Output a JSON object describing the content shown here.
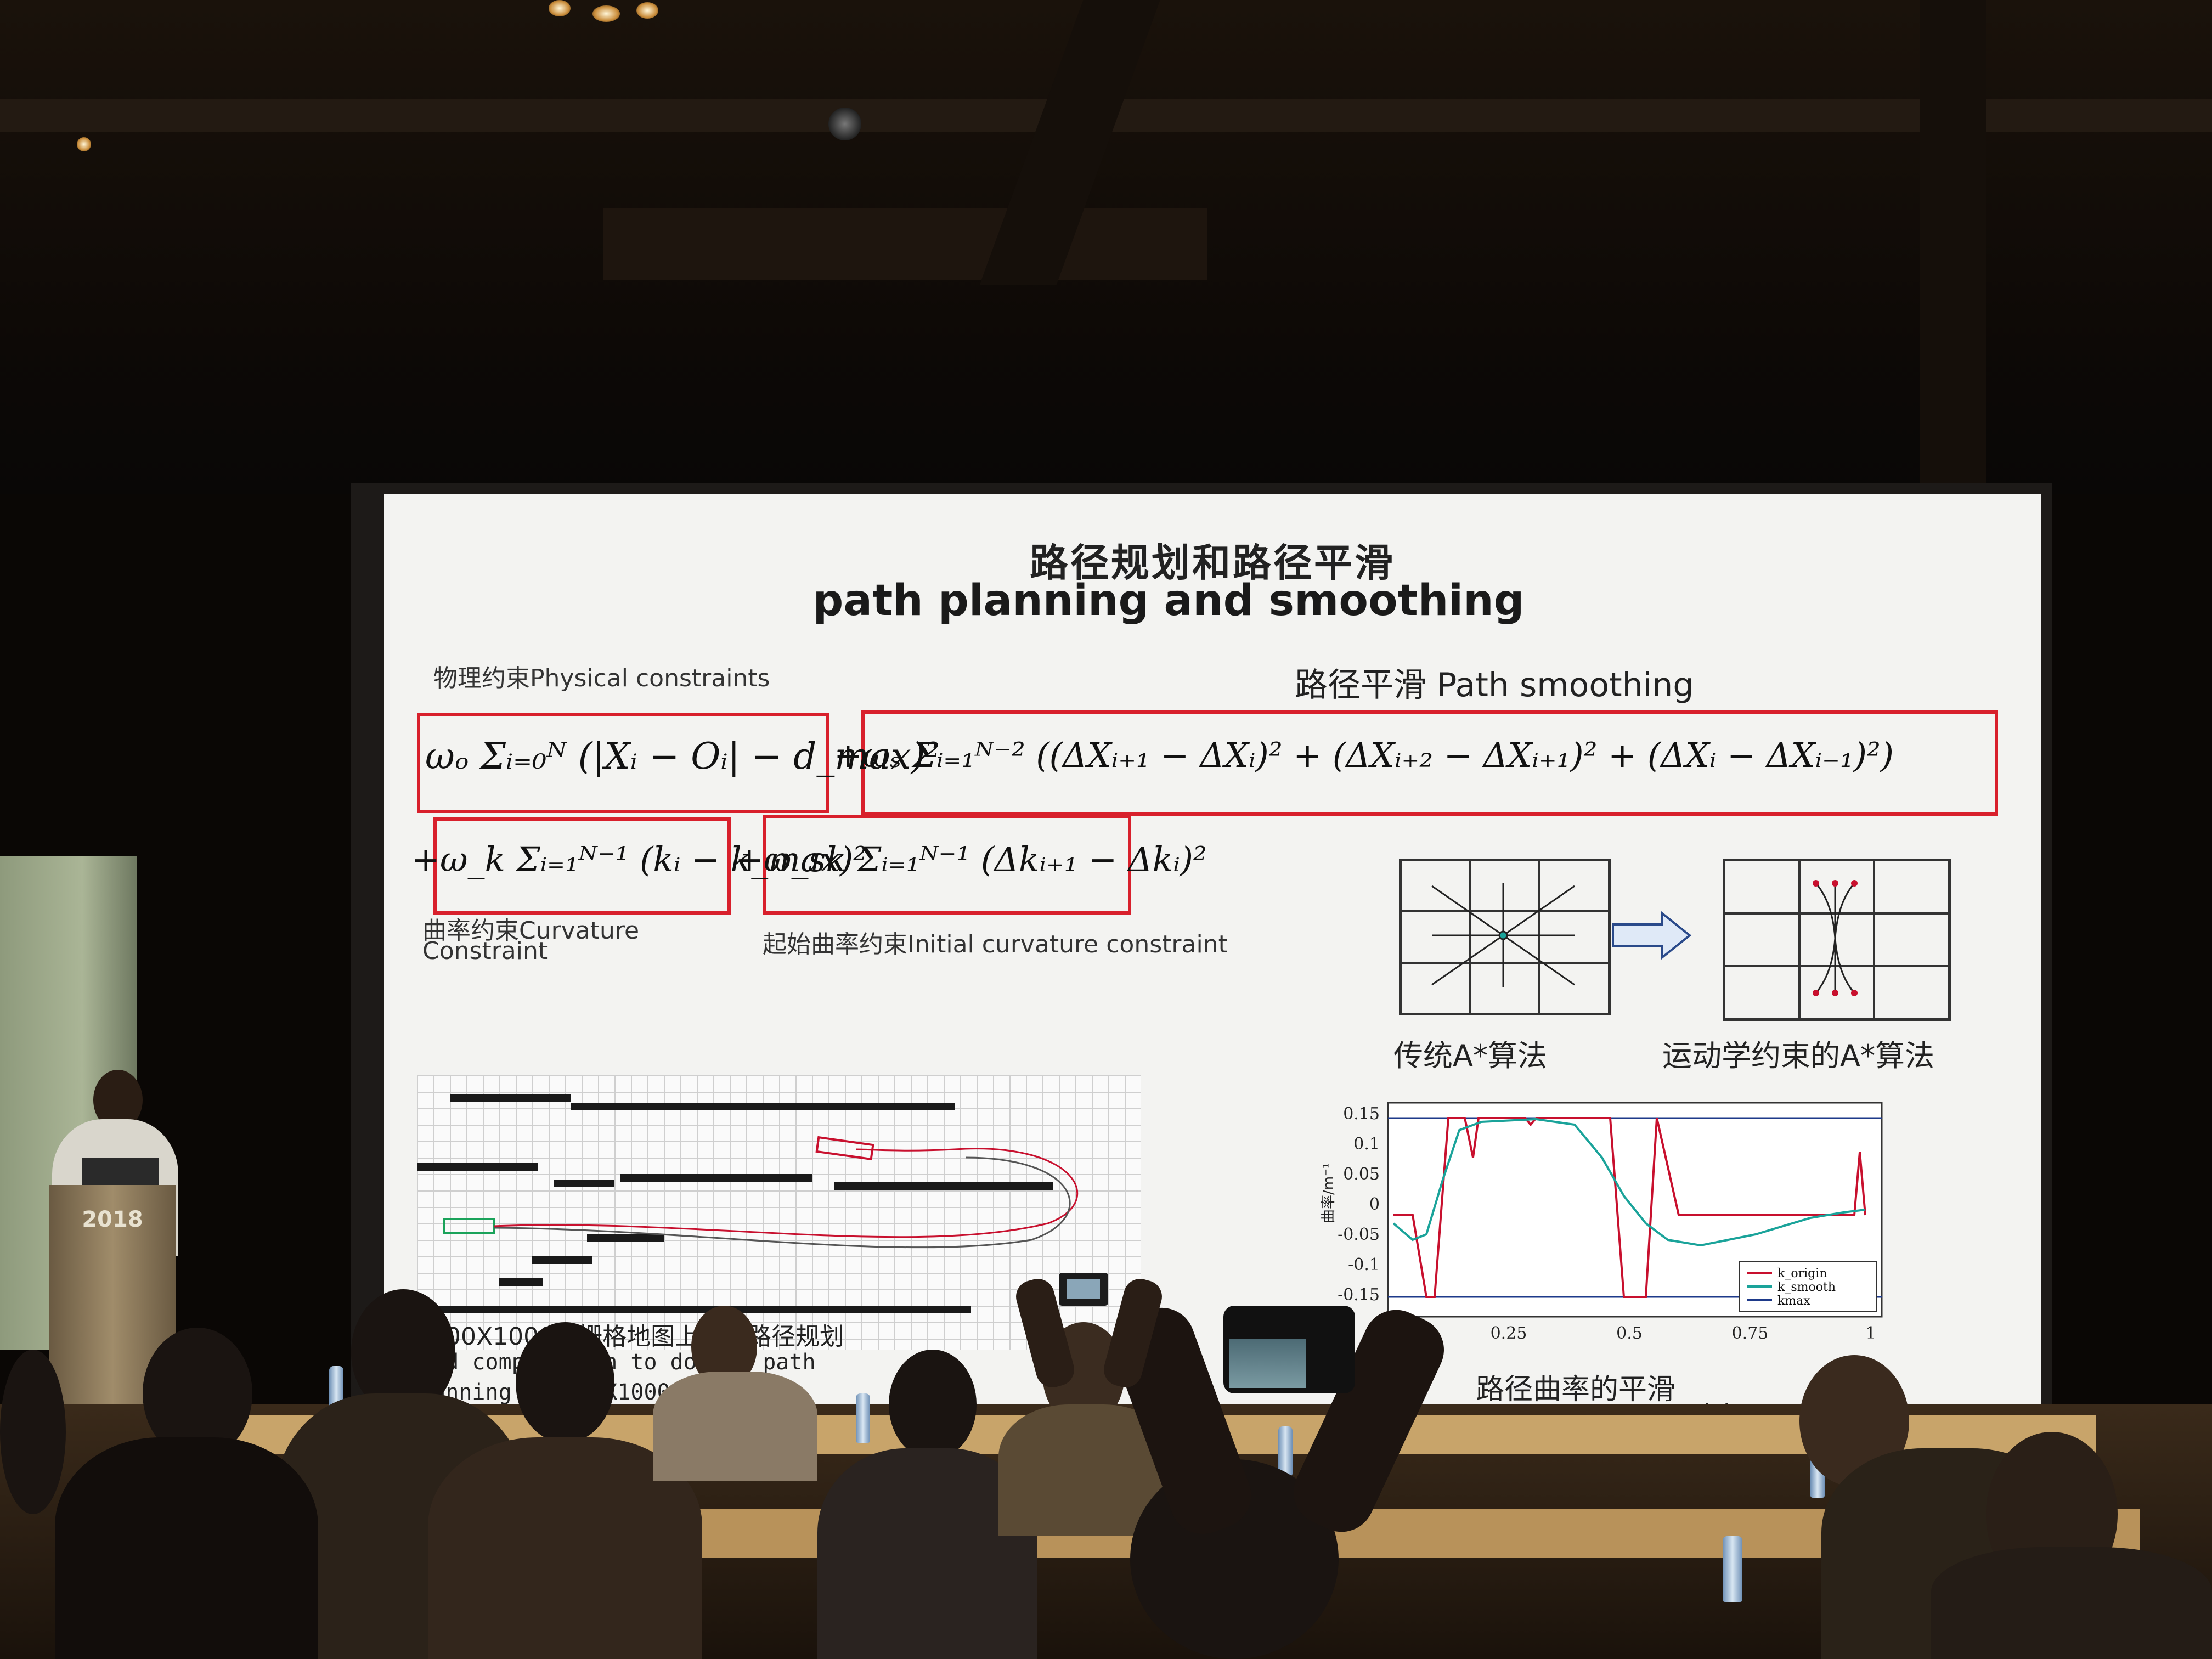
{
  "slide": {
    "title_cn": "路径规划和路径平滑",
    "title_en": "path planning  and smoothing",
    "physical_label": "物理约束Physical constraints",
    "smoothing_label": "路径平滑 Path smoothing",
    "curvature_label_1": "曲率约束Curvature",
    "curvature_label_2": "Constraint",
    "initial_curvature_label": "起始曲率约束Initial curvature constraint",
    "astar_traditional": "传统A*算法",
    "astar_kinematic": "运动学约束的A*算法",
    "gridmap_caption_1": "在400X1000的栅格地图上进行路径规划",
    "gridmap_caption_2": "need computation to do the path",
    "gridmap_caption_3": "planning on 400X1000",
    "curvature_smoothing_cn": "路径曲率的平滑",
    "curvature_smoothing_en": "curvature smoothing",
    "equations": {
      "term1": "ωₒ Σᵢ₌₀ᴺ (|Xᵢ − Oᵢ| − d_max)²",
      "term2": "+ωₛ Σᵢ₌₁ᴺ⁻² ((ΔXᵢ₊₁ − ΔXᵢ)² + (ΔXᵢ₊₂ − ΔXᵢ₊₁)² + (ΔXᵢ − ΔXᵢ₋₁)²)",
      "term3": "+ω_k Σᵢ₌₁ᴺ⁻¹ (kᵢ − k_max)²",
      "term4": "+ω_sk Σᵢ₌₁ᴺ⁻¹ (Δkᵢ₊₁ − Δkᵢ)²"
    },
    "plot": {
      "ylabel": "曲率/m⁻¹",
      "yticks": [
        "0.15",
        "0.1",
        "0.05",
        "0",
        "-0.05",
        "-0.1",
        "-0.15"
      ],
      "xticks": [
        "0.25",
        "0.5",
        "0.75",
        "1"
      ],
      "legend": [
        "k_origin",
        "k_smooth",
        "kmax"
      ]
    }
  },
  "colors": {
    "box_red": "#d8202c",
    "origin_curve": "#c8102e",
    "smooth_curve": "#1aa39a",
    "kmax_line": "#1e3a8a"
  },
  "podium_text": "2018"
}
